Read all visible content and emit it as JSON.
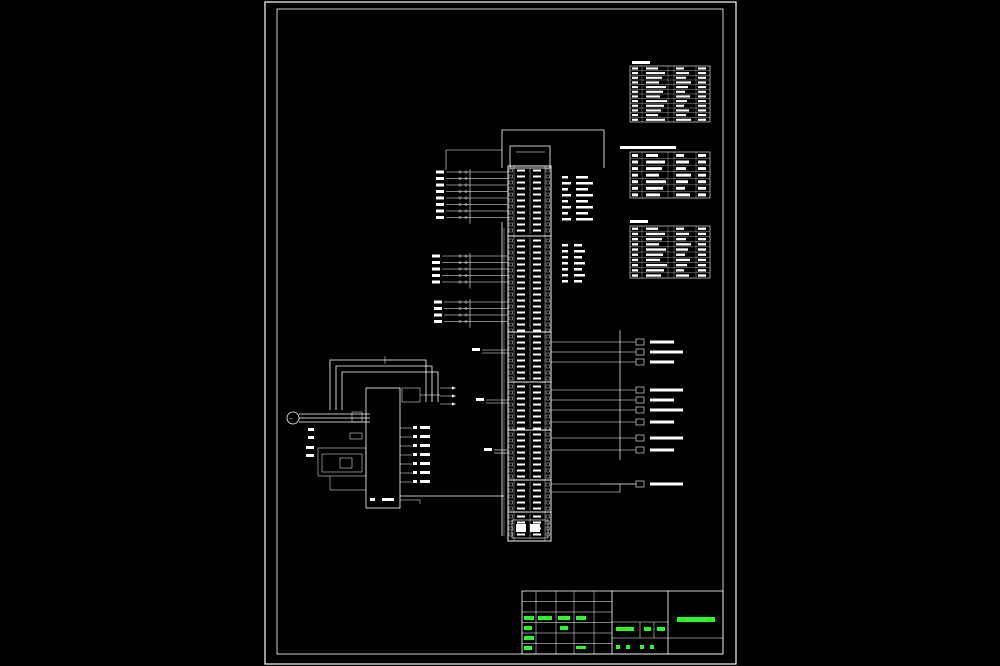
{
  "drawing": {
    "title": "",
    "approvals": [
      "",
      "",
      "",
      ""
    ],
    "sheet_info": [
      "",
      "",
      ""
    ]
  },
  "tables": [
    {
      "name": "",
      "rows": 12
    },
    {
      "name": "",
      "rows": 7
    },
    {
      "name": "",
      "rows": 10
    }
  ],
  "output_loads": [
    "",
    "",
    "",
    "",
    "",
    "",
    "",
    "",
    "",
    ""
  ],
  "colors": {
    "background": "#000000",
    "line": "#ffffff",
    "text_accent": "#22ff22"
  },
  "icons": [
    "motor-symbol-icon",
    "terminal-icon",
    "connector-icon"
  ]
}
